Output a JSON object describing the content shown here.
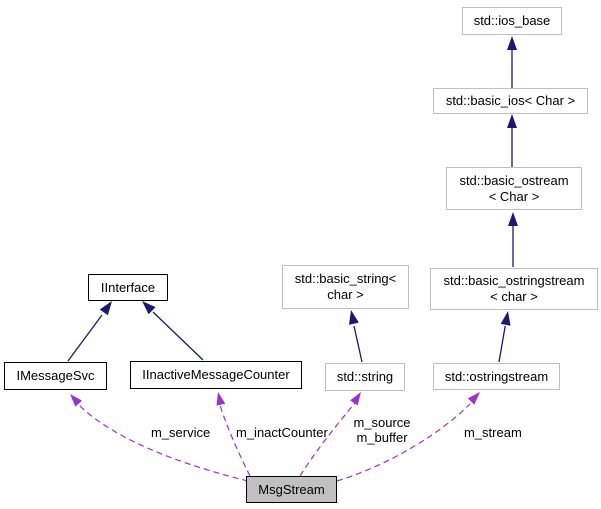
{
  "nodes": {
    "ios_base": {
      "label": "std::ios_base"
    },
    "basic_ios": {
      "label": "std::basic_ios< Char >"
    },
    "basic_ostream": {
      "label_line1": "std::basic_ostream",
      "label_line2": "< Char >"
    },
    "basic_ostringstream": {
      "label_line1": "std::basic_ostringstream",
      "label_line2": "< char >"
    },
    "basic_string": {
      "label_line1": "std::basic_string<",
      "label_line2": "char >"
    },
    "std_string": {
      "label": "std::string"
    },
    "ostringstream": {
      "label": "std::ostringstream"
    },
    "iinterface": {
      "label": "IInterface"
    },
    "imessagesvc": {
      "label": "IMessageSvc"
    },
    "iinactive_message_counter": {
      "label": "IInactiveMessageCounter"
    },
    "msgstream": {
      "label": "MsgStream"
    }
  },
  "edge_labels": {
    "m_service": "m_service",
    "m_inact_counter": "m_inactCounter",
    "m_source": "m_source",
    "m_buffer": "m_buffer",
    "m_stream": "m_stream"
  },
  "colors": {
    "inheritance_edge": "#191970",
    "usage_edge": "#9a32cd",
    "documented_node_border": "#000000",
    "external_node_border": "#bfbfbf",
    "node_fill": "#ffffff",
    "focus_node_fill": "#c0c0c0",
    "text": "#000000",
    "background": "#ffffff"
  }
}
